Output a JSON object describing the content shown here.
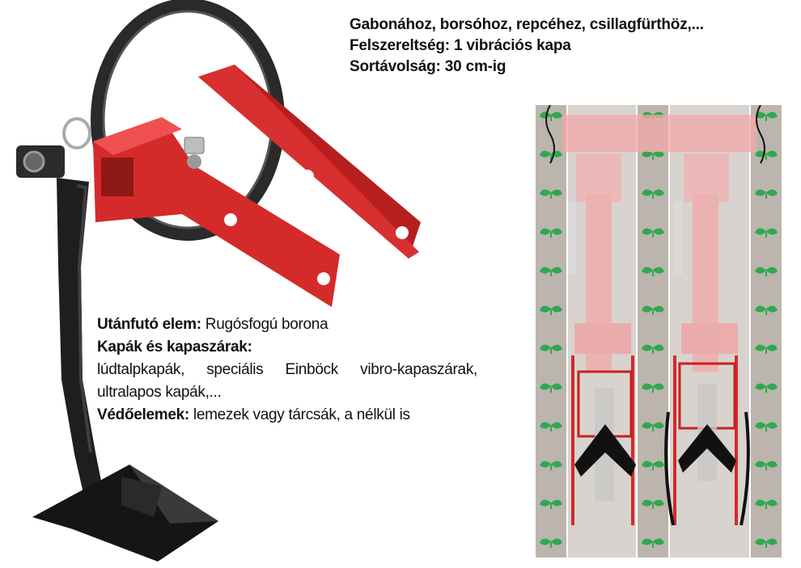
{
  "header": {
    "line1": "Gabonához, borsóhoz, repcéhez, csillagfürthöz,...",
    "line2": "Felszereltség: 1 vibrációs kapa",
    "line3": "Sortávolság: 30 cm-ig"
  },
  "description": {
    "trailing_label": "Utánfutó elem:",
    "trailing_value": " Rugósfogú borona",
    "hoes_label": "Kapák és kapaszárak:",
    "hoes_line1": "lúdtalpkapák, speciális Einböck vibro-kapaszárak,",
    "hoes_line2": "ultralapos kapák,...",
    "protect_label": "Védőelemek:",
    "protect_value": " lemezek vagy tárcsák, a nélkül is"
  },
  "colors": {
    "frame_red": "#d42a2a",
    "frame_pink": "#f3a8a8",
    "tine_black": "#1e1e1e",
    "soil_gray": "#b9b3ad",
    "plant_green": "#2fa84f"
  }
}
